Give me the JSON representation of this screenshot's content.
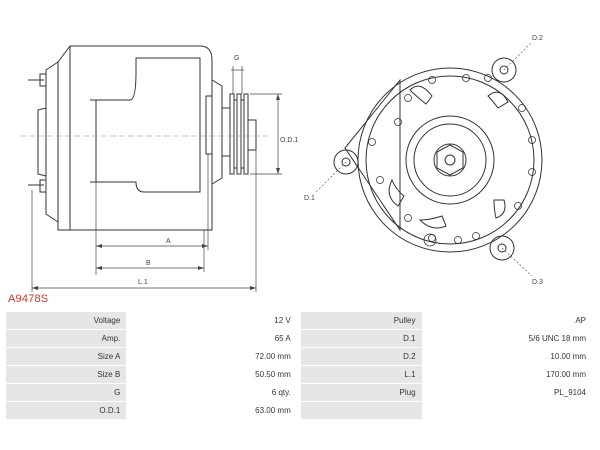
{
  "part_number": "A9478S",
  "labels": {
    "a": "A",
    "b": "B",
    "l1": "L.1",
    "g": "G",
    "od1": "O.D.1",
    "d1": "D.1",
    "d2": "D.2",
    "d3": "D.3"
  },
  "specs": [
    {
      "left_key": "Voltage",
      "left_value": "12 V",
      "right_key": "Pulley",
      "right_value": "AP"
    },
    {
      "left_key": "Amp.",
      "left_value": "65 A",
      "right_key": "D.1",
      "right_value": "5/6 UNC 18 mm"
    },
    {
      "left_key": "Size A",
      "left_value": "72.00 mm",
      "right_key": "D.2",
      "right_value": "10.00 mm"
    },
    {
      "left_key": "Size B",
      "left_value": "50.50 mm",
      "right_key": "L.1",
      "right_value": "170.00 mm"
    },
    {
      "left_key": "G",
      "left_value": "6 qty.",
      "right_key": "Plug",
      "right_value": "PL_9104"
    },
    {
      "left_key": "O.D.1",
      "left_value": "63.00 mm",
      "right_key": "",
      "right_value": ""
    }
  ]
}
